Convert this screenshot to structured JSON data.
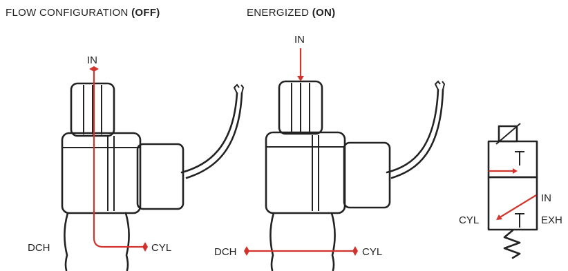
{
  "titles": {
    "off_prefix": "FLOW CONFIGURATION",
    "off_state": "(OFF)",
    "on_prefix": "ENERGIZED",
    "on_state": "(ON)"
  },
  "labels": {
    "off": {
      "in": "IN",
      "dch": "DCH",
      "cyl": "CYL"
    },
    "on": {
      "in": "IN",
      "dch": "DCH",
      "cyl": "CYL"
    },
    "schematic": {
      "in": "IN",
      "cyl": "CYL",
      "exh": "EXH"
    }
  },
  "colors": {
    "flow": "#d0342c",
    "outline": "#222222"
  }
}
